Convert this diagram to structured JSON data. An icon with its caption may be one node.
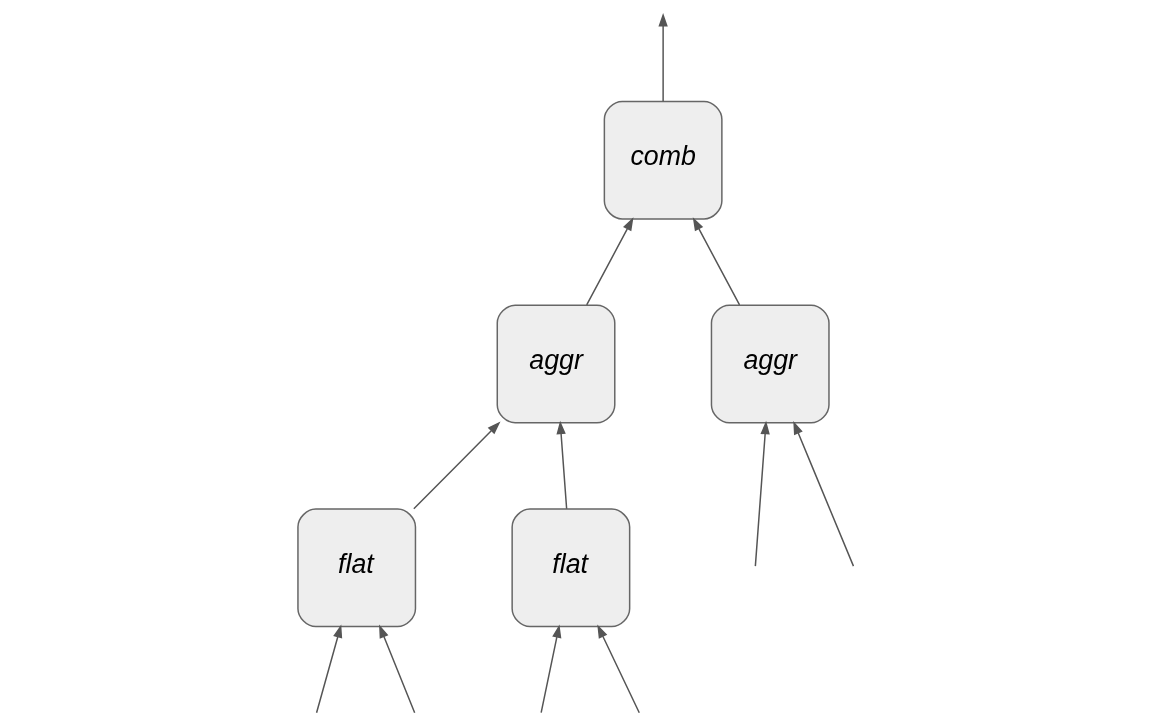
{
  "diagram": {
    "nodes": [
      {
        "text": [
          "comb"
        ]
      },
      {
        "text": [
          "aggr"
        ]
      },
      {
        "text": [
          "flat"
        ]
      },
      {
        "text": [
          "flat"
        ]
      },
      {
        "text": [
          "aggr"
        ]
      }
    ],
    "edges": [
      {
        "from": 0,
        "to": null,
        "arrow": "to"
      },
      {
        "from": 1,
        "to": 0,
        "arrow": "to"
      },
      {
        "from": 4,
        "to": 0,
        "arrow": "to"
      },
      {
        "from": 2,
        "to": 1,
        "arrow": "to"
      },
      {
        "from": 3,
        "to": 1,
        "arrow": "to"
      },
      {
        "from": null,
        "to": 2,
        "arrow": "to"
      },
      {
        "from": null,
        "to": 2,
        "arrow": "to"
      },
      {
        "from": null,
        "to": 3,
        "arrow": "to"
      },
      {
        "from": null,
        "to": 3,
        "arrow": "to"
      },
      {
        "from": null,
        "to": 4,
        "arrow": "to"
      },
      {
        "from": null,
        "to": 4,
        "arrow": "to"
      }
    ]
  }
}
